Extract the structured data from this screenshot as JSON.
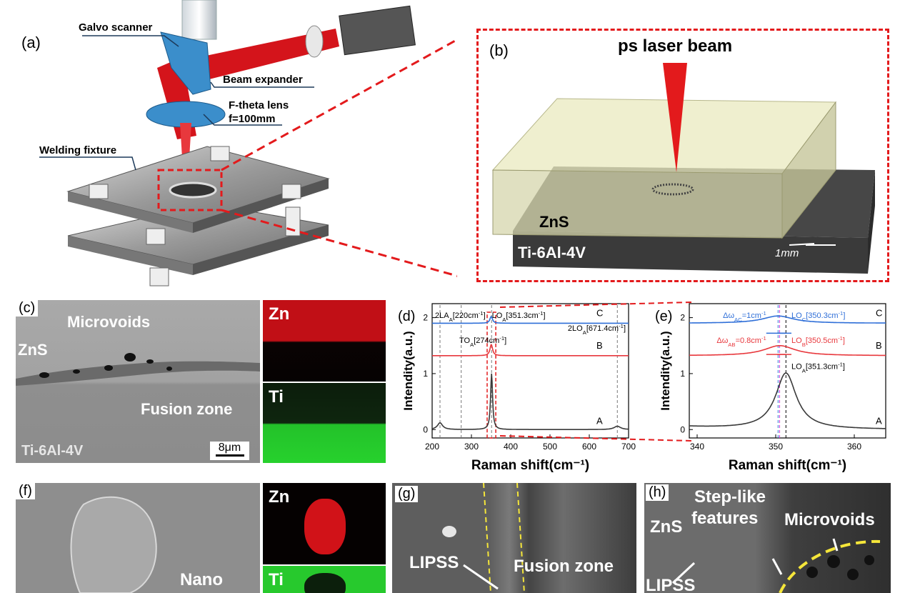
{
  "panel_a": {
    "label": "(a)",
    "galvo": "Galvo scanner",
    "expander": "Beam expander",
    "ftheta": "F-theta lens",
    "focal": "f=100mm",
    "fixture": "Welding fixture"
  },
  "panel_b": {
    "label": "(b)",
    "beam": "ps laser beam",
    "top": "ZnS",
    "bottom": "Ti-6Al-4V",
    "thickness": "1mm"
  },
  "panel_c": {
    "label": "(c)",
    "microvoids": "Microvoids",
    "zns": "ZnS",
    "fusion": "Fusion zone",
    "ti64": "Ti-6Al-4V",
    "scale": "8μm",
    "map_zn": "Zn",
    "map_ti": "Ti"
  },
  "panel_f": {
    "label": "(f)",
    "nano": "Nano",
    "map_zn": "Zn",
    "map_ti": "Ti"
  },
  "panel_g": {
    "label": "(g)",
    "lipss": "LIPSS",
    "fusion": "Fusion zone"
  },
  "panel_h": {
    "label": "(h)",
    "zns": "ZnS",
    "step1": "Step-like",
    "step2": "features",
    "microvoids": "Microvoids",
    "lipss": "LIPSS"
  },
  "colors": {
    "zn_map": "#e0141c",
    "ti_map": "#22d12a",
    "laser": "#e31a1c",
    "dash": "#e31a1c"
  },
  "chart_data": [
    {
      "type": "line",
      "label": "(d)",
      "xlabel": "Raman shift(cm⁻¹)",
      "ylabel": "Intendity(a.u.)",
      "xlim": [
        200,
        700
      ],
      "ylim": [
        -0.15,
        2.25
      ],
      "xticks": [
        200,
        300,
        400,
        500,
        600,
        700
      ],
      "yticks": [
        0,
        1,
        2
      ],
      "ref_lines": [
        220,
        274,
        351.3,
        671.4
      ],
      "series": [
        {
          "name": "A",
          "color": "#3a3a3a",
          "offset": 0,
          "peaks": [
            [
              220,
              0.12,
              8
            ],
            [
              351.3,
              1.0,
              3
            ],
            [
              671.4,
              0.06,
              10
            ]
          ]
        },
        {
          "name": "B",
          "color": "#e8383d",
          "offset": 1.32,
          "peaks": [
            [
              350.5,
              0.2,
              4
            ]
          ]
        },
        {
          "name": "C",
          "color": "#2f6fd8",
          "offset": 1.9,
          "peaks": [
            [
              350.3,
              0.12,
              4
            ]
          ]
        }
      ],
      "annotations": {
        "la": "2LA",
        "la_val": "[220cm",
        "lo": "LO",
        "lo_val": "[351.3cm",
        "lo2": "2LO",
        "lo2_val": "[671.4cm",
        "to": "TO",
        "to_val": "[274cm",
        "sub": "A",
        "unit_tail": "]",
        "sup": "-1"
      }
    },
    {
      "type": "line",
      "label": "(e)",
      "xlabel": "Raman shift(cm⁻¹)",
      "ylabel": "Intendity(a.u.)",
      "xlim": [
        339,
        364
      ],
      "ylim": [
        -0.15,
        2.25
      ],
      "xticks": [
        340,
        350,
        360
      ],
      "yticks": [
        0,
        1,
        2
      ],
      "ref_lines": [
        350.3,
        350.5,
        351.3
      ],
      "series": [
        {
          "name": "A",
          "color": "#3a3a3a",
          "offset": 0,
          "peak": [
            351.3,
            1.0,
            1.6
          ]
        },
        {
          "name": "B",
          "color": "#e8383d",
          "offset": 1.32,
          "peak": [
            350.5,
            0.18,
            2.4
          ]
        },
        {
          "name": "C",
          "color": "#2f6fd8",
          "offset": 1.9,
          "peak": [
            350.3,
            0.13,
            2.4
          ]
        }
      ],
      "annotations": {
        "dac": "Δω",
        "dac_sub": "AC",
        "dac_val": "=1cm",
        "loc": "LO",
        "loc_sub": "C",
        "loc_val": "[350.3cm",
        "dab": "Δω",
        "dab_sub": "AB",
        "dab_val": "=0.8cm",
        "lob": "LO",
        "lob_sub": "B",
        "lob_val": "[350.5cm",
        "loa": "LO",
        "loa_sub": "A",
        "loa_val": "[351.3cm",
        "sup": "-1",
        "tail": "]"
      }
    }
  ]
}
